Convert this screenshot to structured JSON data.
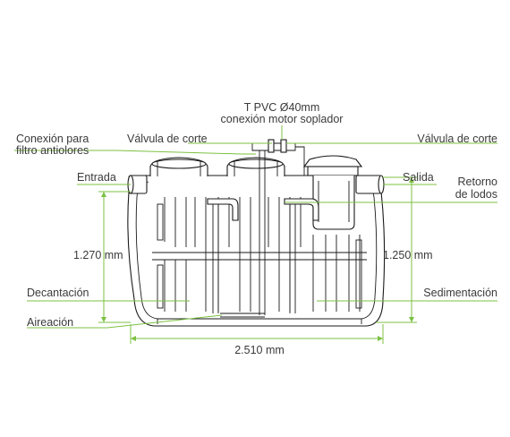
{
  "labels": {
    "t_pvc": "T PVC Ø40mm",
    "conexion_motor": "conexión motor soplador",
    "conexion_para": "Conexión para",
    "filtro_antiolores": "filtro antiolores",
    "valvula_left": "Válvula de corte",
    "valvula_right": "Válvula de corte",
    "entrada": "Entrada",
    "salida": "Salida",
    "retorno": "Retorno",
    "de_lodos": "de lodos",
    "height_left": "1.270 mm",
    "height_right": "1.250 mm",
    "decantacion": "Decantación",
    "sedimentacion": "Sedimentación",
    "aireacion": "Aireación",
    "length": "2.510 mm"
  },
  "colors": {
    "leader": "#7cc142",
    "outline": "#1a1a1a",
    "text": "#3a3a3a"
  }
}
